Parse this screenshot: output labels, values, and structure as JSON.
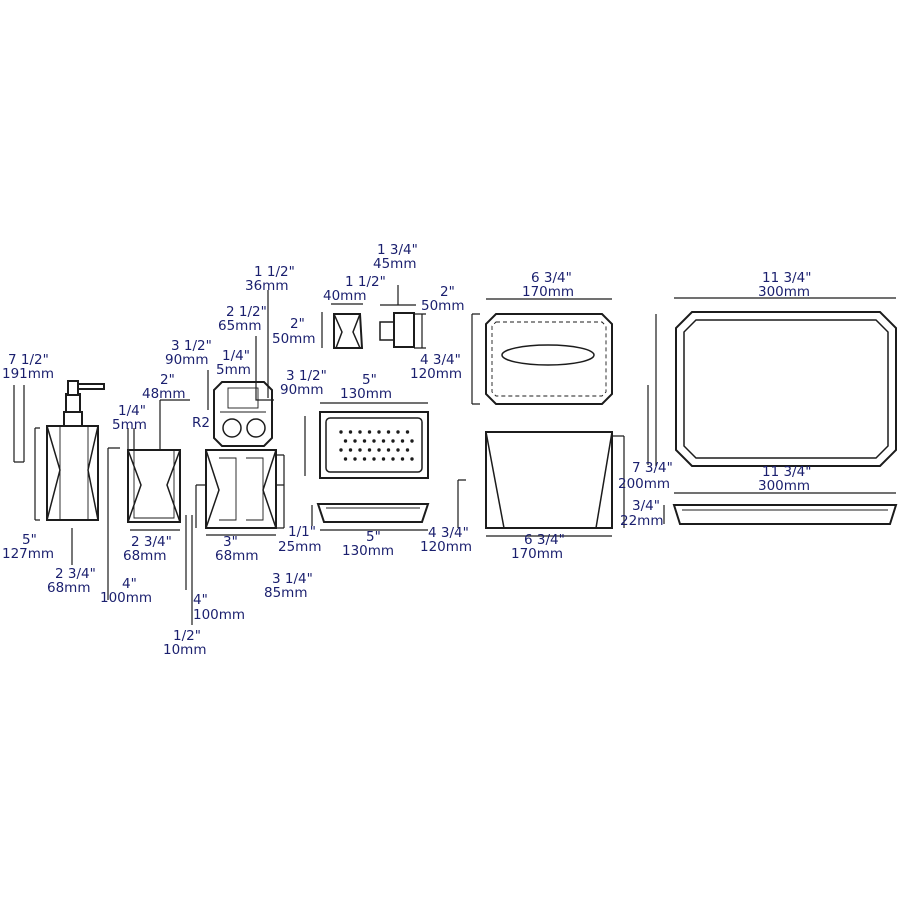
{
  "products": [
    {
      "id": "soap-dispenser",
      "dims": [
        [
          "7 1/2\"",
          "191mm"
        ],
        [
          "5\"",
          "127mm"
        ],
        [
          "2 3/4\"",
          "68mm"
        ]
      ]
    },
    {
      "id": "tumbler",
      "dims": [
        [
          "2\"",
          "48mm"
        ],
        [
          "1/4\"",
          "5mm"
        ],
        [
          "2 3/4\"",
          "68mm"
        ],
        [
          "4\"",
          "100mm"
        ],
        [
          "4\"",
          "100mm"
        ],
        [
          "1/2\"",
          "10mm"
        ]
      ]
    },
    {
      "id": "toothbrush-holder",
      "dims": [
        [
          "3 1/2\"",
          "90mm"
        ],
        [
          "1/4\"",
          "5mm"
        ],
        [
          "2 1/2\"",
          "65mm"
        ],
        [
          "1 1/2\"",
          "36mm"
        ],
        [
          "3\"",
          "68mm"
        ],
        [
          "3 1/4\"",
          "85mm"
        ]
      ],
      "radius_label": "R2"
    },
    {
      "id": "cotton-jar",
      "dims": [
        [
          "1 1/2\"",
          "40mm"
        ],
        [
          "2\"",
          "50mm"
        ]
      ]
    },
    {
      "id": "hook",
      "dims": [
        [
          "1 3/4\"",
          "45mm"
        ],
        [
          "2\"",
          "50mm"
        ]
      ]
    },
    {
      "id": "soap-dish",
      "dims": [
        [
          "5\"",
          "130mm"
        ],
        [
          "3 1/2\"",
          "90mm"
        ],
        [
          "1/1\"",
          "25mm"
        ],
        [
          "5\"",
          "130mm"
        ]
      ]
    },
    {
      "id": "tissue-box",
      "dims": [
        [
          "6 3/4\"",
          "170mm"
        ],
        [
          "4 3/4\"",
          "120mm"
        ],
        [
          "4 3/4\"",
          "120mm"
        ],
        [
          "6 3/4\"",
          "170mm"
        ]
      ]
    },
    {
      "id": "tray",
      "dims": [
        [
          "11 3/4\"",
          "300mm"
        ],
        [
          "7 3/4\"",
          "200mm"
        ],
        [
          "11 3/4\"",
          "300mm"
        ],
        [
          "3/4\"",
          "22mm"
        ]
      ]
    }
  ]
}
